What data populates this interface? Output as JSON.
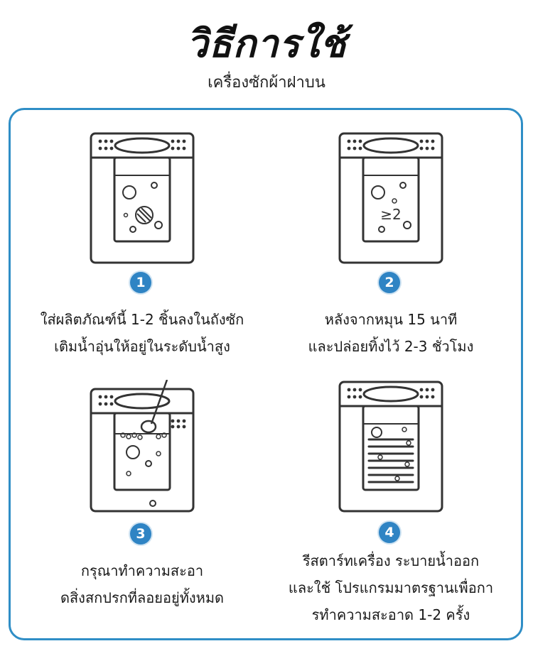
{
  "header": {
    "title": "วิธีการใช้",
    "subtitle": "เครื่องซักผ้าฝาบน"
  },
  "steps": [
    {
      "number": "1",
      "lines": [
        "ใส่ผลิตภัณฑ์นี้ 1-2 ชิ้นลงในถังซัก",
        "เติมน้ำอุ่นให้อยู่ในระดับน้ำสูง"
      ],
      "icon": "tablet-in-washer-icon"
    },
    {
      "number": "2",
      "lines": [
        "หลังจากหมุน 15 นาที",
        "และปล่อยทิ้งไว้ 2-3 ชั่วโมง"
      ],
      "icon": "soaking-washer-icon",
      "icon_text": "≥2"
    },
    {
      "number": "3",
      "lines": [
        "กรุณาทำความสะอา",
        "ดสิ่งสกปรกที่ลอยอยู่ทั้งหมด"
      ],
      "icon": "skimming-washer-icon"
    },
    {
      "number": "4",
      "lines": [
        "รีสตาร์ทเครื่อง ระบายน้ำออก",
        "และใช้ โปรแกรมมาตรฐานเพื่อกา",
        "รทำความสะอาด 1-2 ครั้ง"
      ],
      "icon": "clean-drum-icon"
    }
  ],
  "colors": {
    "frame": "#2f8ec6",
    "badge": "#2f84c4",
    "line_art": "#333333"
  }
}
